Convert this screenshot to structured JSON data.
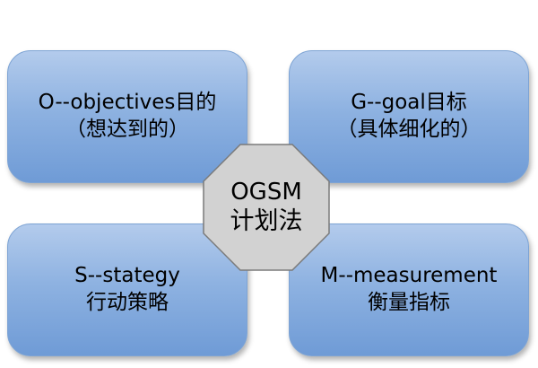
{
  "center": {
    "line1": "OGSM",
    "line2": "计划法"
  },
  "boxes": {
    "objectives": {
      "line1": "O--objectives目的",
      "line2": "（想达到的）"
    },
    "goal": {
      "line1": "G--goal目标",
      "line2": "（具体细化的）"
    },
    "strategy": {
      "line1": "S--stategy",
      "line2": "行动策略"
    },
    "measurement": {
      "line1": "M--measurement",
      "line2": "衡量指标"
    }
  },
  "colors": {
    "box_top": "#b3cbec",
    "box_bottom": "#6f9bd6",
    "center_fill": "#d2d2d2",
    "center_stroke": "#7a7a7a"
  }
}
